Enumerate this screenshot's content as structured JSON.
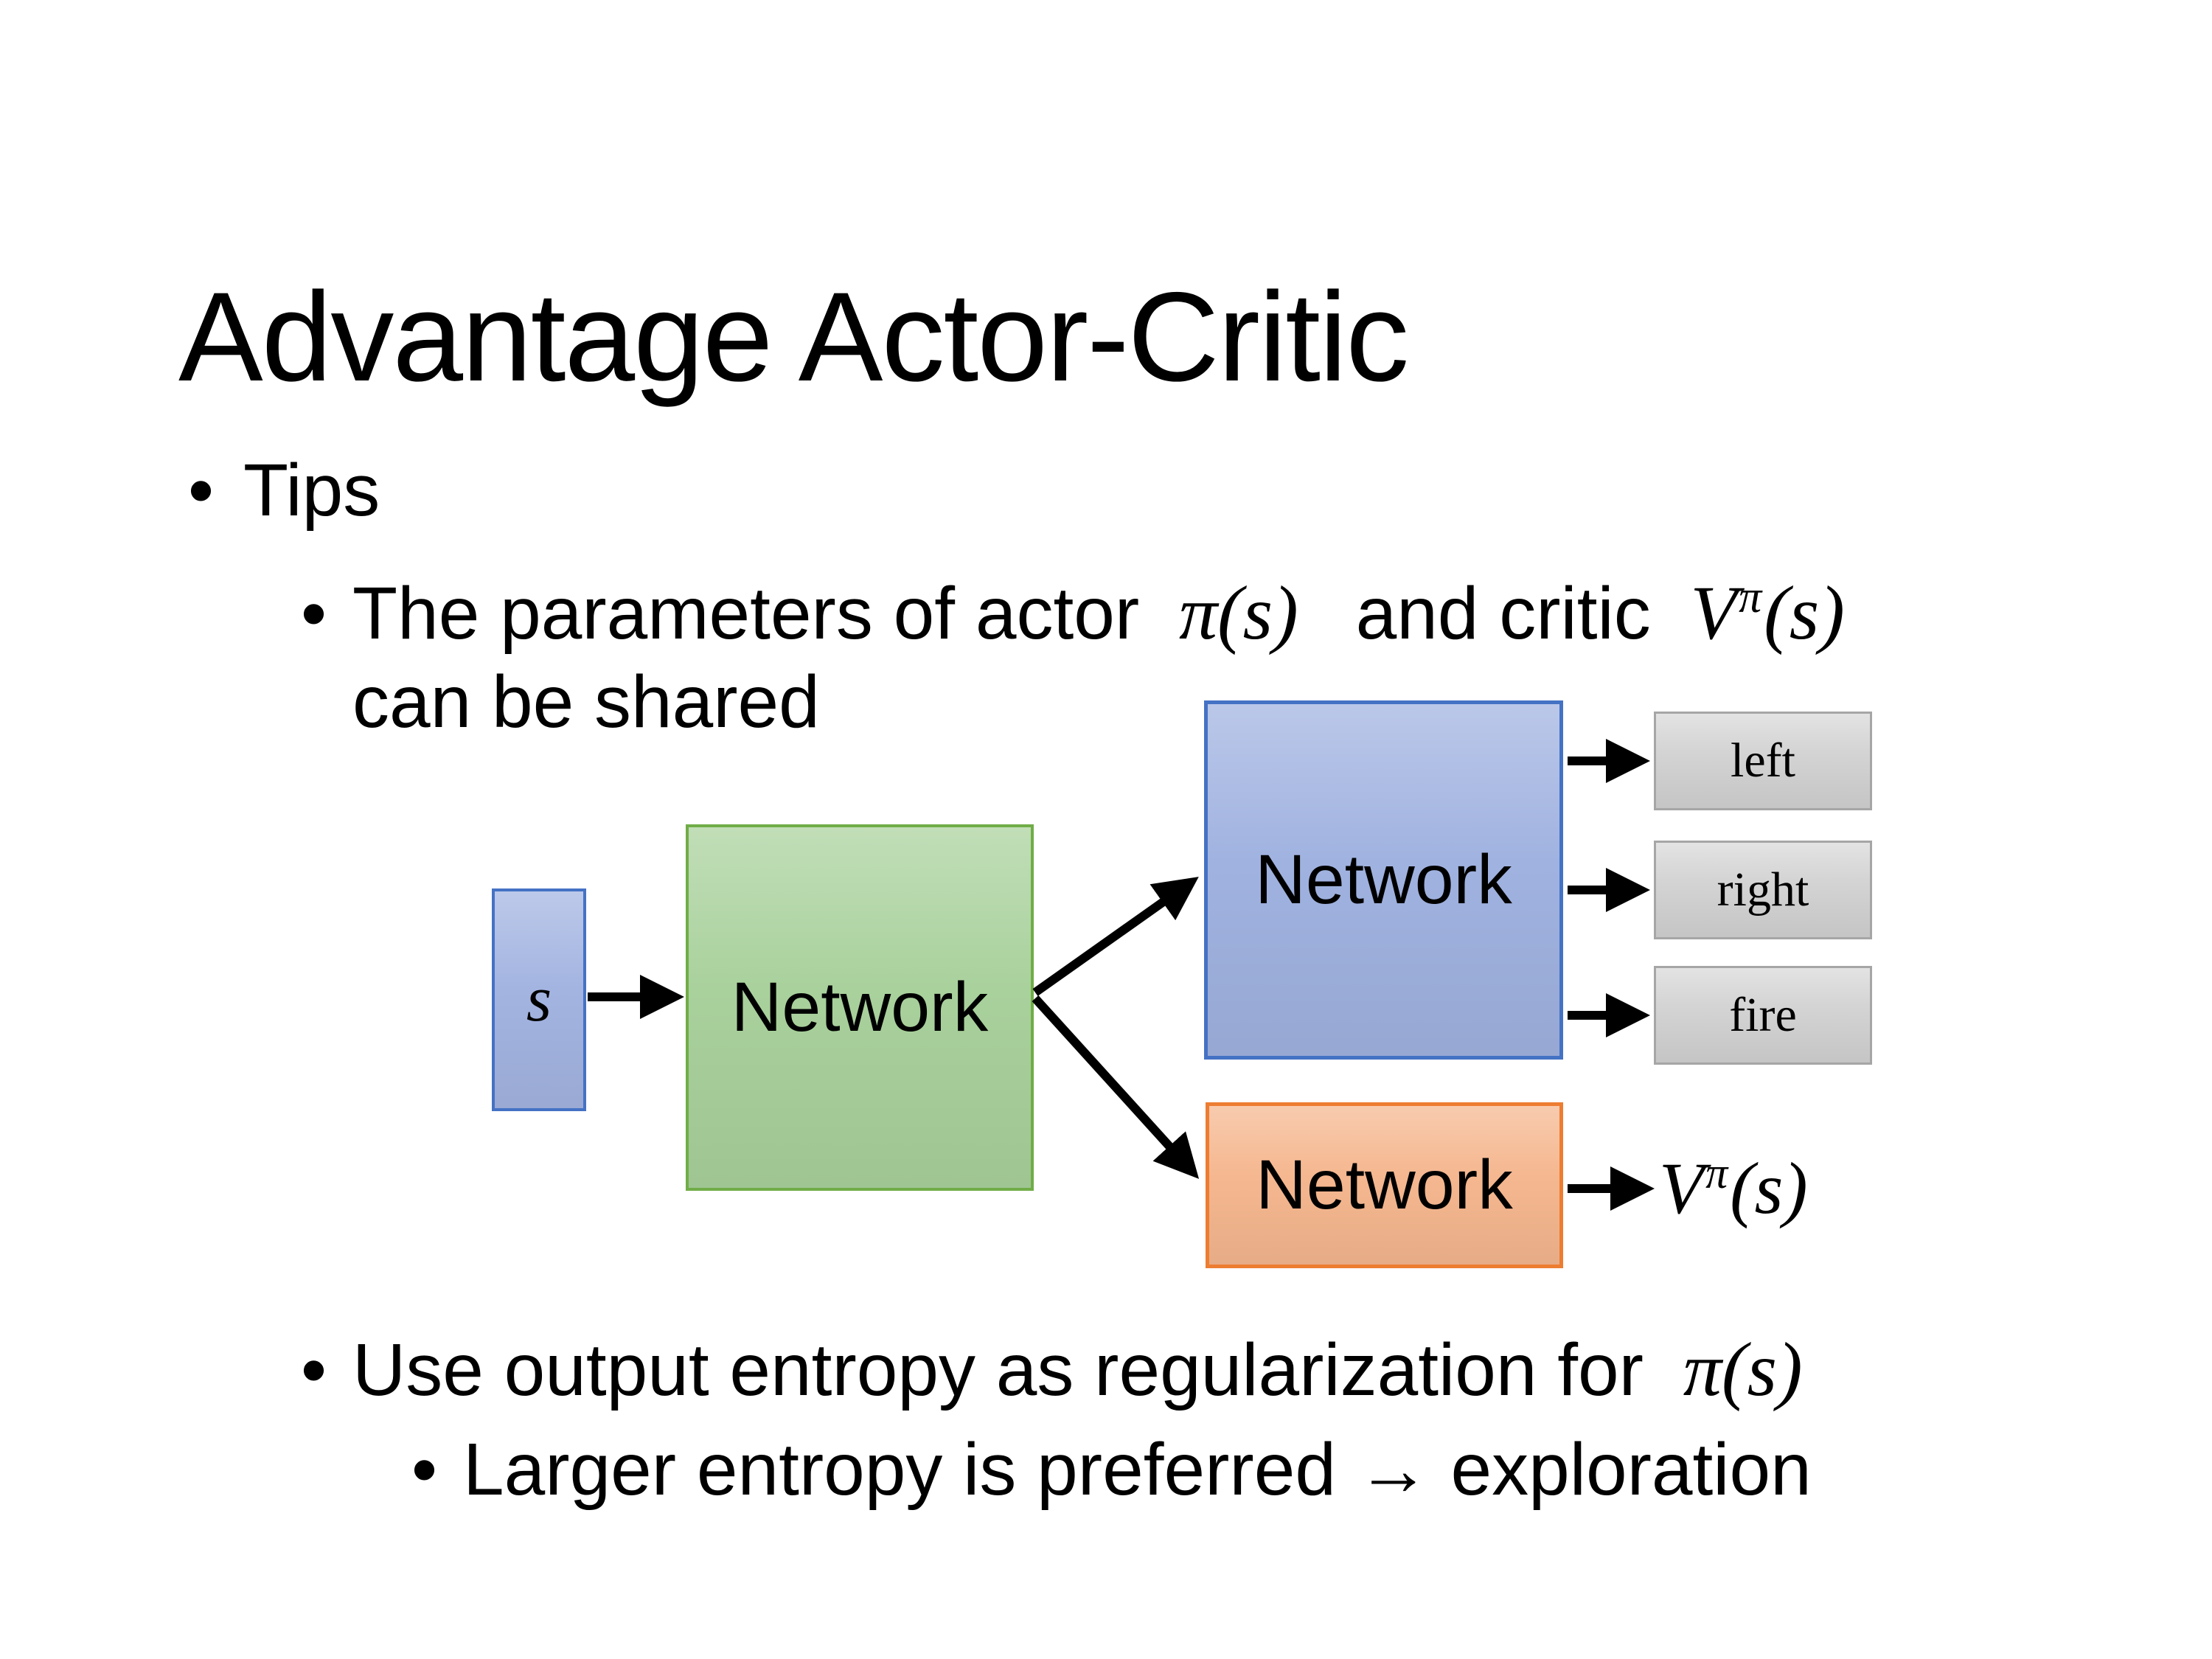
{
  "slide": {
    "title": "Advantage Actor-Critic",
    "bullet_char": "•",
    "tips": "Tips",
    "param_pre": "The parameters of actor",
    "param_actor_math": "π(s)",
    "param_mid": "and critic",
    "critic_base": "V",
    "critic_sup": "π",
    "critic_args": "(s)",
    "param_line2": "can be shared",
    "entropy_pre": "Use output entropy as regularization for",
    "entropy_math": "π(s)",
    "larger": "Larger entropy is preferred → exploration"
  },
  "diagram": {
    "input_label": "s",
    "shared_network": "Network",
    "actor_network": "Network",
    "critic_network": "Network",
    "actions": [
      "left",
      "right",
      "fire"
    ],
    "value_base": "V",
    "value_sup": "π",
    "value_args": "(s)",
    "colors": {
      "input_fill": "#A3B4E1",
      "input_border": "#4472C4",
      "shared_fill": "#A9D19C",
      "shared_border": "#70AD47",
      "actor_fill": "#A0B2E0",
      "actor_border": "#4472C4",
      "critic_fill": "#F5B78F",
      "critic_border": "#ED7D31",
      "action_fill": "#D4D4D4",
      "action_border": "#A6A6A6",
      "arrow": "#000000"
    }
  }
}
